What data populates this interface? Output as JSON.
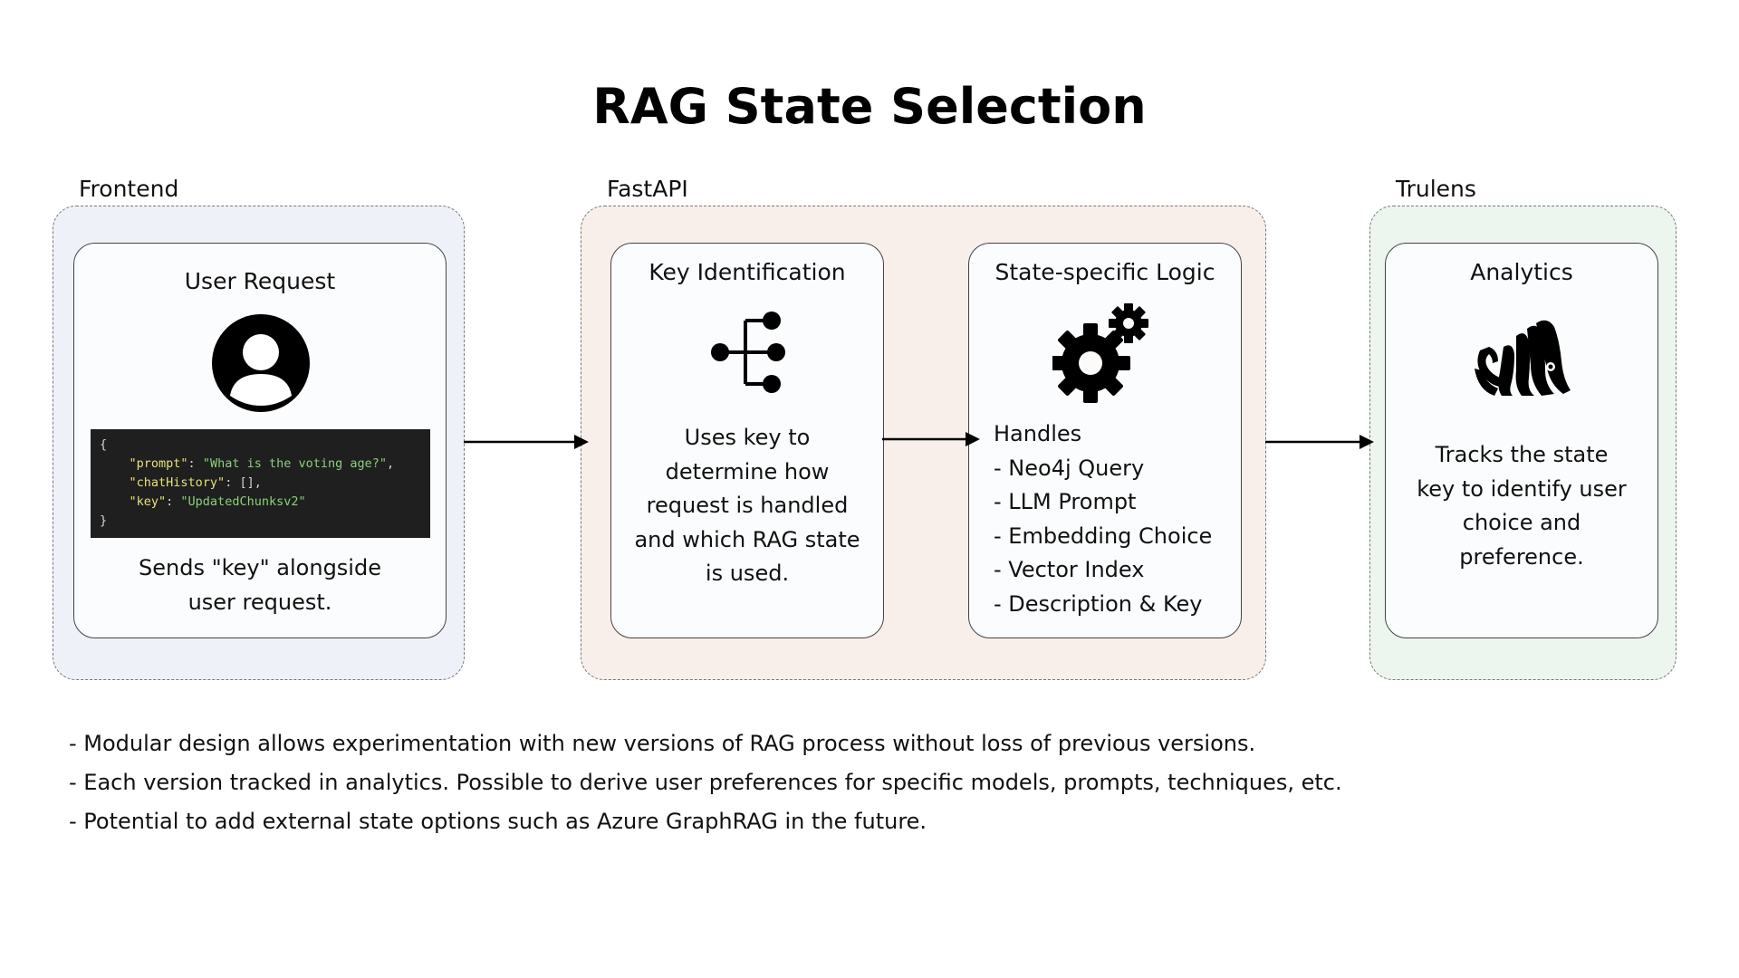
{
  "title": "RAG State Selection",
  "groups": {
    "frontend": {
      "label": "Frontend",
      "fill": "#eef2f8"
    },
    "fastapi": {
      "label": "FastAPI",
      "fill": "#f8efeb"
    },
    "trulens": {
      "label": "Trulens",
      "fill": "#edf6ee"
    }
  },
  "cards": {
    "user_request": {
      "title": "User Request",
      "icon": "user-avatar-icon",
      "code": {
        "open": "{",
        "lines": [
          {
            "key": "\"prompt\"",
            "value": "\"What is the voting age?\"",
            "end": ","
          },
          {
            "key": "\"chatHistory\"",
            "value": "[]",
            "end": ","
          },
          {
            "key": "\"key\"",
            "value": "\"UpdatedChunksv2\"",
            "end": ""
          }
        ],
        "close": "}"
      },
      "text_lines": [
        "Sends \"key\" alongside",
        "user request."
      ]
    },
    "key_identification": {
      "title": "Key Identification",
      "icon": "branch-tree-icon",
      "text_lines": [
        "Uses key to",
        "determine how",
        "request is handled",
        "and which RAG state",
        "is used."
      ]
    },
    "state_logic": {
      "title": "State-specific Logic",
      "icon": "gears-icon",
      "list_lines": [
        "Handles",
        "- Neo4j Query",
        "- LLM Prompt",
        "- Embedding Choice",
        "- Vector Index",
        "- Description & Key"
      ]
    },
    "analytics": {
      "title": "Analytics",
      "icon": "trulens-squid-icon",
      "text_lines": [
        "Tracks the state",
        "key to identify user",
        "choice and",
        "preference."
      ]
    }
  },
  "notes": [
    "- Modular design allows experimentation with new versions of RAG process without loss of previous versions.",
    "- Each version tracked in analytics. Possible to derive user preferences for specific models, prompts, techniques, etc.",
    "- Potential to add external state options such as Azure GraphRAG in the future."
  ]
}
